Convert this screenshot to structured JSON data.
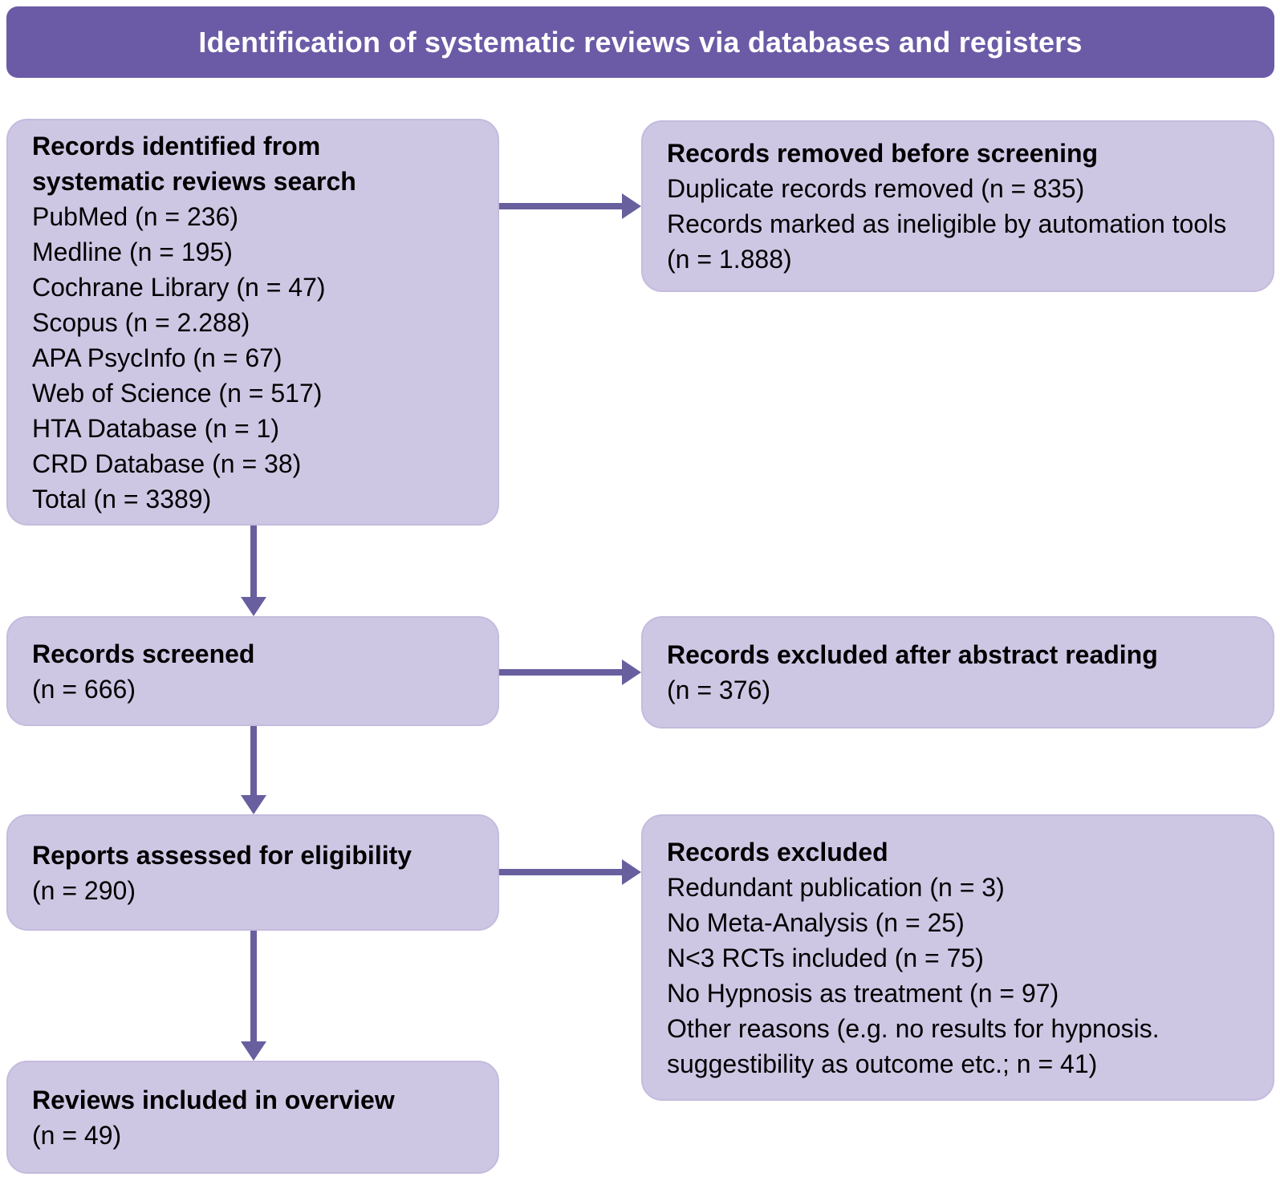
{
  "header": {
    "title": "Identification of systematic reviews via databases and registers"
  },
  "boxes": {
    "identification": {
      "title_line1": "Records identified from",
      "title_line2": "systematic reviews search",
      "lines": [
        "PubMed (n = 236)",
        "Medline (n = 195)",
        "Cochrane Library (n = 47)",
        "Scopus (n = 2.288)",
        "APA PsycInfo (n = 67)",
        "Web of Science (n = 517)",
        "HTA Database (n = 1)",
        "CRD Database (n = 38)",
        "Total (n = 3389)"
      ]
    },
    "removed_before_screening": {
      "title": "Records removed before screening",
      "lines": [
        "Duplicate records removed (n = 835)",
        "Records marked as ineligible by automation tools (n = 1.888)"
      ]
    },
    "screened": {
      "title": "Records screened",
      "count": "(n = 666)"
    },
    "excluded_after_abstract": {
      "title": "Records excluded after abstract reading",
      "count": "(n = 376)"
    },
    "assessed": {
      "title": "Reports assessed for eligibility",
      "count": "(n = 290)"
    },
    "excluded_full": {
      "title": "Records excluded",
      "lines": [
        "Redundant publication (n = 3)",
        "No Meta-Analysis (n = 25)",
        "N<3 RCTs included (n = 75)",
        "No Hypnosis as treatment (n = 97)",
        "Other reasons (e.g. no results for hypnosis. suggestibility as outcome etc.; n = 41)"
      ]
    },
    "included": {
      "title": "Reviews included in overview",
      "count": "(n = 49)"
    }
  },
  "colors": {
    "banner_bg": "#6b5ba6",
    "box_bg": "#cec7e4",
    "arrow": "#685f9f",
    "banner_text": "#ffffff",
    "body_text": "#000000"
  }
}
